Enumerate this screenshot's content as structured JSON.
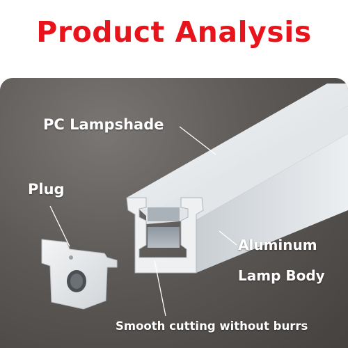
{
  "title": "Product Analysis",
  "labels": {
    "lampshade": "PC Lampshade",
    "plug": "Plug",
    "aluminum": "Aluminum",
    "lamp_body": "Lamp Body",
    "smooth_cutting": "Smooth cutting without burrs"
  },
  "colors": {
    "title": "#e8141c",
    "background": "#5d5957",
    "label_text": "#ffffff",
    "profile": "#e6e8ea"
  }
}
